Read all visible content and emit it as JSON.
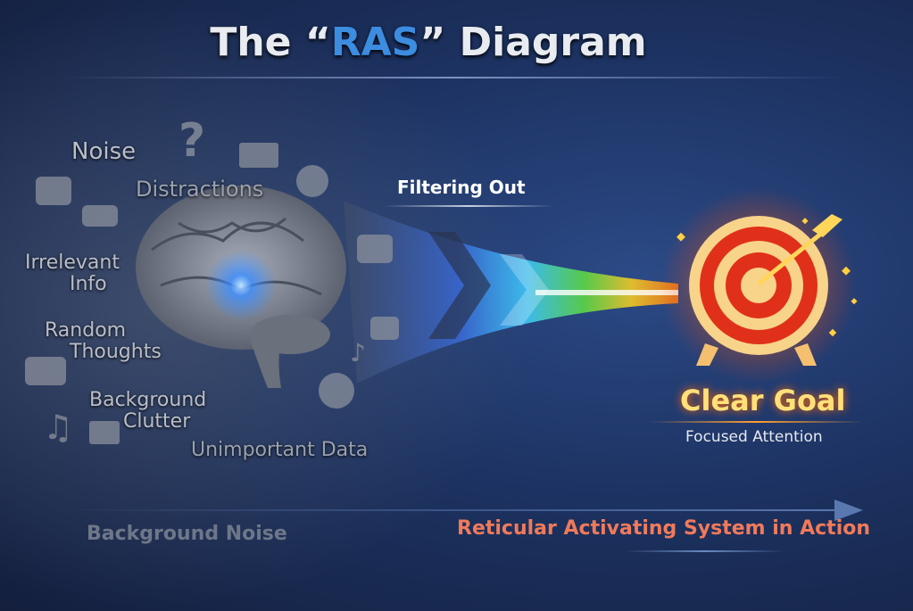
{
  "title": {
    "prefix": "The “",
    "highlight": "RAS",
    "suffix": "” Diagram"
  },
  "noise_labels": [
    "Noise",
    "Distractions",
    "Irrelevant",
    "Info",
    "Random",
    "Thoughts",
    "Background",
    "Clutter",
    "Unimportant Data"
  ],
  "filter_label": "Filtering Out",
  "goal": {
    "title": "Clear Goal",
    "subtitle": "Focused Attention"
  },
  "footer": {
    "left": "Background Noise",
    "right": "Reticular Activating System in Action"
  },
  "icons": [
    "question-icon",
    "envelope-icon",
    "chat-bubble-icon",
    "music-note-icon",
    "video-icon",
    "brain-icon",
    "target-icon",
    "arrow-icon"
  ],
  "colors": {
    "accent": "#3c8ce0",
    "goal": "#ffe07a",
    "footer_accent": "#f07a5a",
    "target_red": "#e0301a"
  }
}
